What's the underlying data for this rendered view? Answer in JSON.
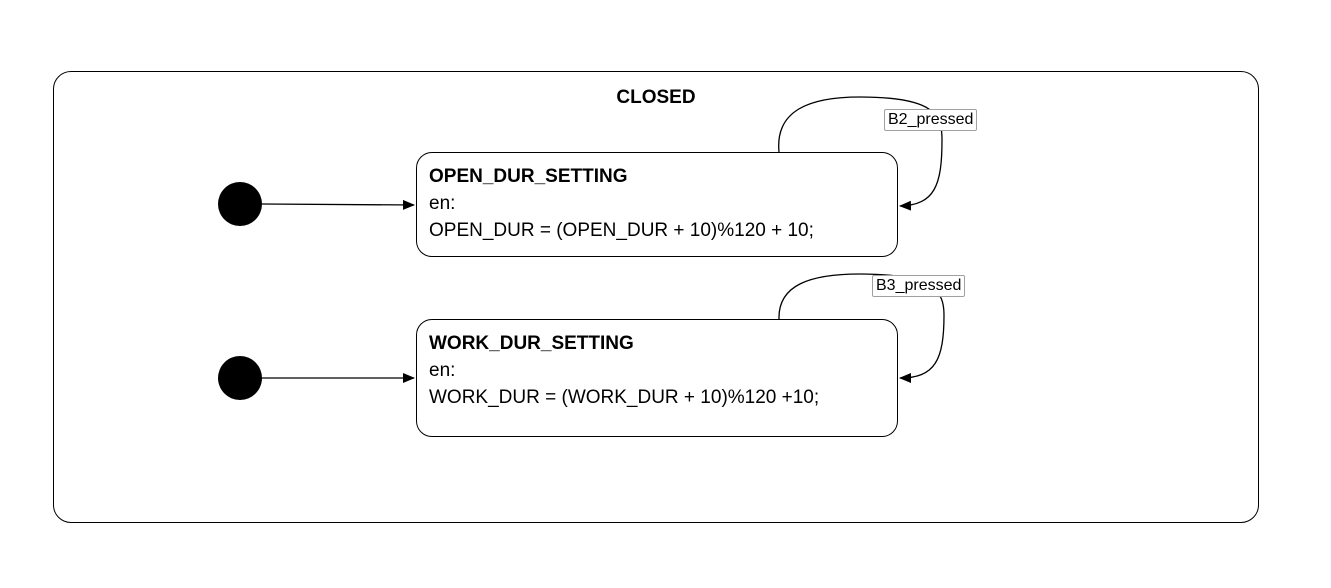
{
  "superstate": {
    "title": "CLOSED"
  },
  "states": [
    {
      "name": "OPEN_DUR_SETTING",
      "entry_label": "en:",
      "action": "OPEN_DUR = (OPEN_DUR + 10)%120 + 10;"
    },
    {
      "name": "WORK_DUR_SETTING",
      "entry_label": "en:",
      "action": "WORK_DUR = (WORK_DUR + 10)%120 +10;"
    }
  ],
  "transitions": [
    {
      "label": "B2_pressed"
    },
    {
      "label": "B3_pressed"
    }
  ]
}
